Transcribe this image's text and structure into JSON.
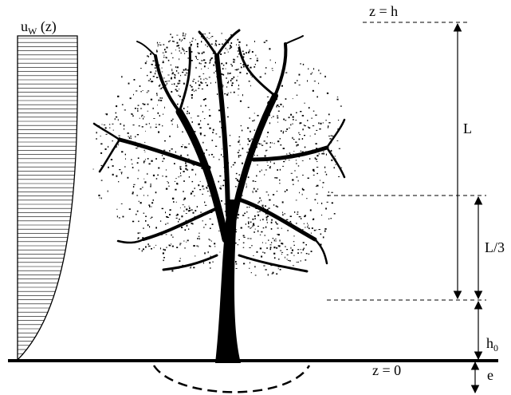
{
  "diagram": {
    "wind_profile_label": {
      "main": "u",
      "sub": "W",
      "arg": " (z)"
    },
    "top_label": "z = h",
    "ground_label": "z =  0",
    "crown_length_label": "L",
    "lower_third_label": "L/3",
    "trunk_height_label": {
      "main": "h",
      "sub": "0"
    },
    "embedment_label": "e"
  }
}
